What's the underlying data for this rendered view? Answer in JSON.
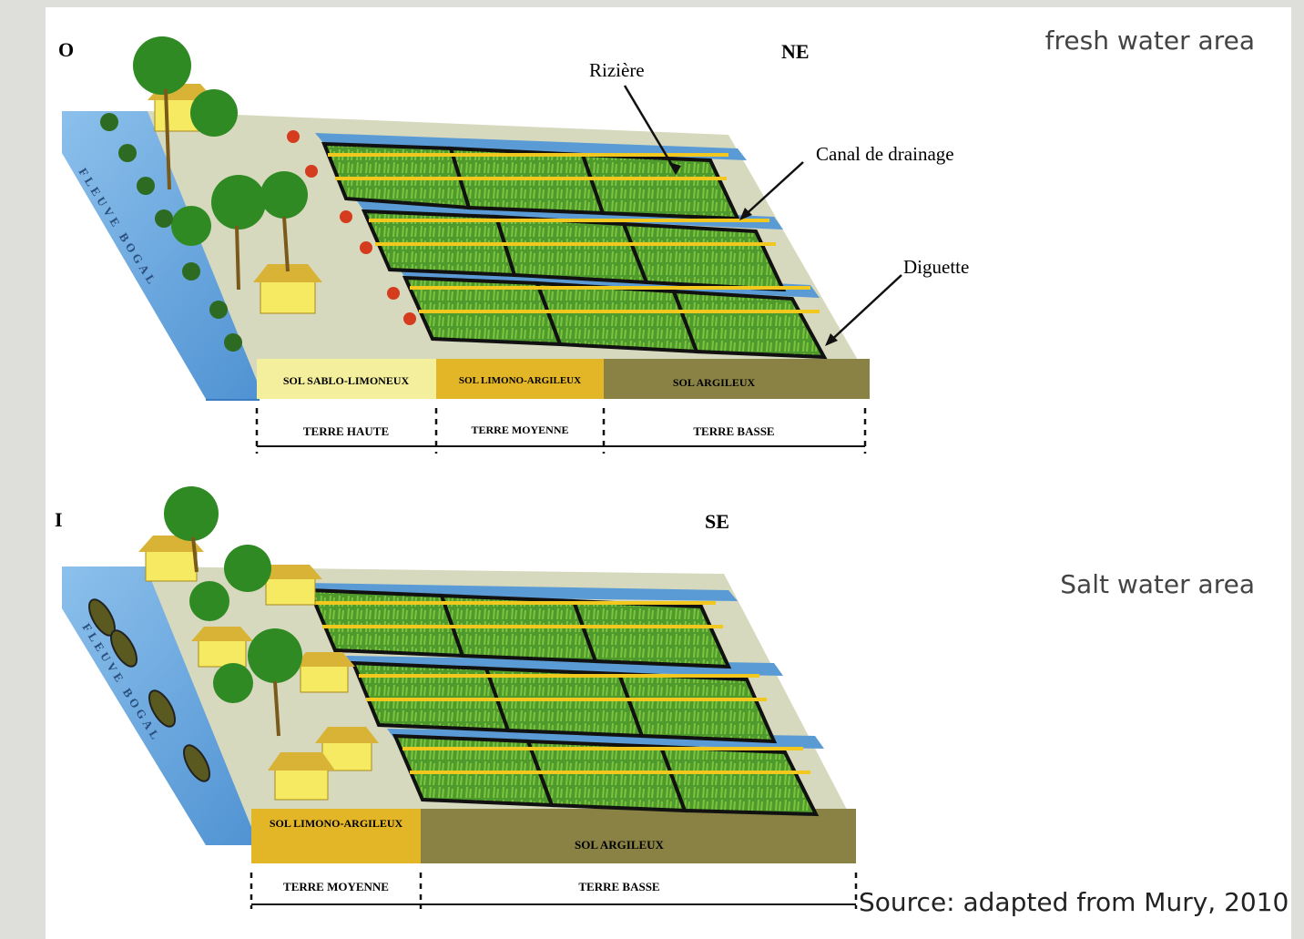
{
  "side_labels": {
    "fresh": "fresh water area",
    "salt": "Salt water area"
  },
  "source": "Source: adapted from Mury, 2010",
  "top": {
    "orientation_left": "O",
    "orientation_right": "NE",
    "river_label": "FLEUVE BOGAL",
    "callouts": {
      "riziere": "Rizière",
      "canal": "Canal de drainage",
      "diguette": "Diguette"
    },
    "soils": [
      "SOL SABLO-LIMONEUX",
      "SOL LIMONO-ARGILEUX",
      "SOL ARGILEUX"
    ],
    "lands": [
      "TERRE HAUTE",
      "TERRE MOYENNE",
      "TERRE BASSE"
    ]
  },
  "bottom": {
    "orientation_left": "I",
    "orientation_right": "SE",
    "river_label": "FLEUVE BOGAL",
    "soils": [
      "SOL LIMONO-ARGILEUX",
      "SOL ARGILEUX"
    ],
    "lands": [
      "TERRE MOYENNE",
      "TERRE BASSE"
    ]
  },
  "colors": {
    "water": "#5b9bd5",
    "sand_soil": "#f4ef9c",
    "loam_soil": "#e3b628",
    "clay_soil": "#8a8244",
    "rice": "#58a832",
    "rice_flower": "#f2c81e",
    "ground": "#d6d9bd"
  }
}
